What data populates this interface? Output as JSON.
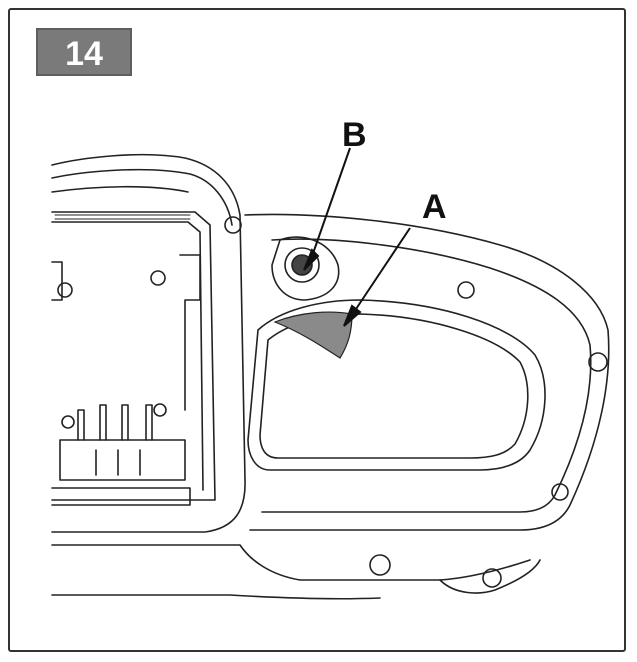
{
  "figure": {
    "step_number": "14",
    "callouts": {
      "a": "A",
      "b": "B"
    },
    "colors": {
      "badge": "#7a7a7a",
      "highlight": "#8a8a8a",
      "line": "#222222"
    }
  }
}
